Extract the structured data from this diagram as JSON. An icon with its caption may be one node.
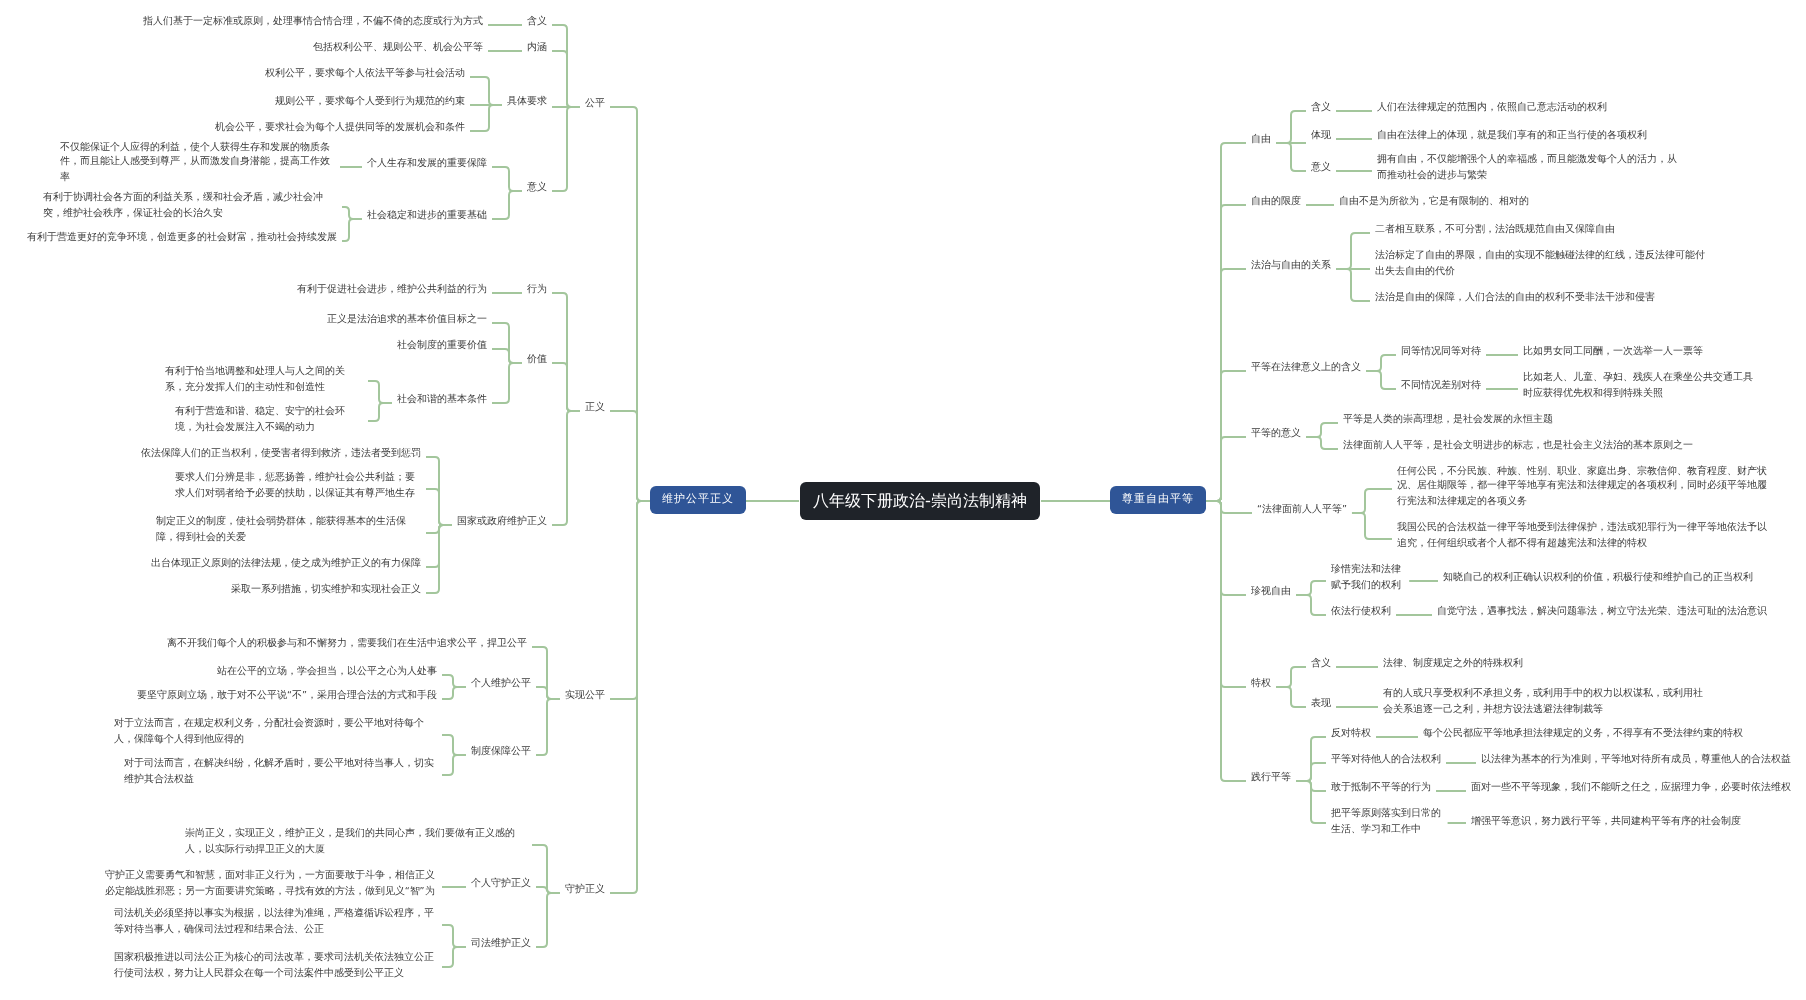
{
  "diagram": {
    "nodes": [
      {
        "text": [
          "八年级下册政治-崇尚法制精神"
        ]
      },
      {
        "text": [
          "维护公平正义"
        ]
      },
      {
        "text": [
          "公平"
        ]
      },
      {
        "text": [
          "含义"
        ]
      },
      {
        "text": [
          "指人们基于一定标准或原则，处理事情合情合理，不偏不倚的态度或行为方式"
        ]
      },
      {
        "text": [
          "内涵"
        ]
      },
      {
        "text": [
          "包括权利公平、规则公平、机会公平等"
        ]
      },
      {
        "text": [
          "具体要求"
        ]
      },
      {
        "text": [
          "权利公平，要求每个人依法平等参与社会活动"
        ]
      },
      {
        "text": [
          "规则公平，要求每个人受到行为规范的约束"
        ]
      },
      {
        "text": [
          "机会公平，要求社会为每个人提供同等的发展机会和条件"
        ]
      },
      {
        "text": [
          "意义"
        ]
      },
      {
        "text": [
          "个人生存和发展的重要保障"
        ]
      },
      {
        "text": [
          "不仅能保证个人应得的利益，使个人获得生存和发展的物质条件，而且能让人感受到尊严，从而激发自身潜能，提高工作效率"
        ]
      },
      {
        "text": [
          "社会稳定和进步的重要基础"
        ]
      },
      {
        "text": [
          "有利于协调社会各方面的利益关系，缓和社会矛盾，减少社会冲突，维护社会秩序，保证社会的长治久安"
        ]
      },
      {
        "text": [
          "有利于营造更好的竞争环境，创造更多的社会财富，推动社会持续发展"
        ]
      },
      {
        "text": [
          "正义"
        ]
      },
      {
        "text": [
          "行为"
        ]
      },
      {
        "text": [
          "有利于促进社会进步，维护公共利益的行为"
        ]
      },
      {
        "text": [
          "价值"
        ]
      },
      {
        "text": [
          "正义是法治追求的基本价值目标之一"
        ]
      },
      {
        "text": [
          "社会制度的重要价值"
        ]
      },
      {
        "text": [
          "社会和谐的基本条件"
        ]
      },
      {
        "text": [
          "有利于恰当地调整和处理人与人之间的关系，充分发挥人们的主动性和创造性"
        ]
      },
      {
        "text": [
          "有利于营造和谐、稳定、安宁的社会环境，为社会发展注入不竭的动力"
        ]
      },
      {
        "text": [
          "国家或政府维护正义"
        ]
      },
      {
        "text": [
          "依法保障人们的正当权利，使受害者得到救济，违法者受到惩罚"
        ]
      },
      {
        "text": [
          "要求人们分辨是非，惩恶扬善，维护社会公共利益；要求人们对弱者给予必要的扶助，以保证其有尊严地生存"
        ]
      },
      {
        "text": [
          "制定正义的制度，使社会弱势群体，能获得基本的生活保障，得到社会的关爱"
        ]
      },
      {
        "text": [
          "出台体现正义原则的法律法规，使之成为维护正义的有力保障"
        ]
      },
      {
        "text": [
          "采取一系列措施，切实维护和实现社会正义"
        ]
      },
      {
        "text": [
          "实现公平"
        ]
      },
      {
        "text": [
          "离不开我们每个人的积极参与和不懈努力，需要我们在生活中追求公平，捍卫公平"
        ]
      },
      {
        "text": [
          "个人维护公平"
        ]
      },
      {
        "text": [
          "站在公平的立场，学会担当，以公平之心为人处事"
        ]
      },
      {
        "text": [
          "要坚守原则立场，敢于对不公平说“不”，采用合理合法的方式和手段"
        ]
      },
      {
        "text": [
          "制度保障公平"
        ]
      },
      {
        "text": [
          "对于立法而言，在规定权利义务，分配社会资源时，要公平地对待每个人，保障每个人得到他应得的"
        ]
      },
      {
        "text": [
          "对于司法而言，在解决纠纷，化解矛盾时，要公平地对待当事人，切实维护其合法权益"
        ]
      },
      {
        "text": [
          "守护正义"
        ]
      },
      {
        "text": [
          "崇尚正义，实现正义，维护正义，是我们的共同心声，我们要做有正义感的人，以实际行动捍卫正义的大厦"
        ]
      },
      {
        "text": [
          "个人守护正义"
        ]
      },
      {
        "text": [
          "守护正义需要勇气和智慧，面对非正义行为，一方面要敢于斗争，相信正义必定能战胜邪恶；另一方面要讲究策略，寻找有效的方法，做到见义“智”为"
        ]
      },
      {
        "text": [
          "司法维护正义"
        ]
      },
      {
        "text": [
          "司法机关必须坚持以事实为根据，以法律为准绳，严格遵循诉讼程序，平等对待当事人，确保司法过程和结果合法、公正"
        ]
      },
      {
        "text": [
          "国家积极推进以司法公正为核心的司法改革，要求司法机关依法独立公正行使司法权，努力让人民群众在每一个司法案件中感受到公平正义"
        ]
      },
      {
        "text": [
          "尊重自由平等"
        ]
      },
      {
        "text": [
          "自由"
        ]
      },
      {
        "text": [
          "含义"
        ]
      },
      {
        "text": [
          "人们在法律规定的范围内，依照自己意志活动的权利"
        ]
      },
      {
        "text": [
          "体现"
        ]
      },
      {
        "text": [
          "自由在法律上的体现，就是我们享有的和正当行使的各项权利"
        ]
      },
      {
        "text": [
          "意义"
        ]
      },
      {
        "text": [
          "拥有自由，不仅能增强个人的幸福感，而且能激发每个人的活力，从而推动社会的进步与繁荣"
        ]
      },
      {
        "text": [
          "自由的限度"
        ]
      },
      {
        "text": [
          "自由不是为所欲为，它是有限制的、相对的"
        ]
      },
      {
        "text": [
          "法治与自由的关系"
        ]
      },
      {
        "text": [
          "二者相互联系，不可分割，法治既规范自由又保障自由"
        ]
      },
      {
        "text": [
          "法治标定了自由的界限，自由的实现不能触碰法律的红线，违反法律可能付出失去自由的代价"
        ]
      },
      {
        "text": [
          "法治是自由的保障，人们合法的自由的权利不受非法干涉和侵害"
        ]
      },
      {
        "text": [
          "平等在法律意义上的含义"
        ]
      },
      {
        "text": [
          "同等情况同等对待"
        ]
      },
      {
        "text": [
          "比如男女同工同酬，一次选举一人一票等"
        ]
      },
      {
        "text": [
          "不同情况差别对待"
        ]
      },
      {
        "text": [
          "比如老人、儿童、孕妇、残疾人在乘坐公共交通工具时应获得优先权和得到特殊关照"
        ]
      },
      {
        "text": [
          "平等的意义"
        ]
      },
      {
        "text": [
          "平等是人类的崇高理想，是社会发展的永恒主题"
        ]
      },
      {
        "text": [
          "法律面前人人平等，是社会文明进步的标志，也是社会主义法治的基本原则之一"
        ]
      },
      {
        "text": [
          "“法律面前人人平等”"
        ]
      },
      {
        "text": [
          "任何公民，不分民族、种族、性别、职业、家庭出身、宗教信仰、教育程度、财产状况、居住期限等，都一律平等地享有宪法和法律规定的各项权利，同时必须平等地履行宪法和法律规定的各项义务"
        ]
      },
      {
        "text": [
          "我国公民的合法权益一律平等地受到法律保护，违法或犯罪行为一律平等地依法予以追究，任何组织或者个人都不得有超越宪法和法律的特权"
        ]
      },
      {
        "text": [
          "珍视自由"
        ]
      },
      {
        "text": [
          "珍惜宪法和法律赋予我们的权利"
        ]
      },
      {
        "text": [
          "知晓自己的权利正确认识权利的价值，积极行使和维护自己的正当权利"
        ]
      },
      {
        "text": [
          "依法行使权利"
        ]
      },
      {
        "text": [
          "自觉守法，遇事找法，解决问题靠法，树立守法光荣、违法可耻的法治意识"
        ]
      },
      {
        "text": [
          "特权"
        ]
      },
      {
        "text": [
          "含义"
        ]
      },
      {
        "text": [
          "法律、制度规定之外的特殊权利"
        ]
      },
      {
        "text": [
          "表现"
        ]
      },
      {
        "text": [
          "有的人或只享受权利不承担义务，或利用手中的权力以权谋私，或利用社会关系追逐一己之利，并想方设法逃避法律制裁等"
        ]
      },
      {
        "text": [
          "践行平等"
        ]
      },
      {
        "text": [
          "反对特权"
        ]
      },
      {
        "text": [
          "每个公民都应平等地承担法律规定的义务，不得享有不受法律约束的特权"
        ]
      },
      {
        "text": [
          "平等对待他人的合法权利"
        ]
      },
      {
        "text": [
          "以法律为基本的行为准则，平等地对待所有成员，尊重他人的合法权益"
        ]
      },
      {
        "text": [
          "敢于抵制不平等的行为"
        ]
      },
      {
        "text": [
          "面对一些不平等现象，我们不能听之任之，应据理力争，必要时依法维权"
        ]
      },
      {
        "text": [
          "把平等原则落实到日常的生活、学习和工作中"
        ]
      },
      {
        "text": [
          "增强平等意识，努力践行平等，共同建构平等有序的社会制度"
        ]
      }
    ],
    "edges": [
      {
        "from": 0,
        "to": 1,
        "arrow": "none"
      },
      {
        "from": 1,
        "to": 2,
        "arrow": "none"
      },
      {
        "from": 2,
        "to": 3,
        "arrow": "none"
      },
      {
        "from": 3,
        "to": 4,
        "arrow": "none"
      },
      {
        "from": 2,
        "to": 5,
        "arrow": "none"
      },
      {
        "from": 5,
        "to": 6,
        "arrow": "none"
      },
      {
        "from": 2,
        "to": 7,
        "arrow": "none"
      },
      {
        "from": 7,
        "to": 8,
        "arrow": "none"
      },
      {
        "from": 7,
        "to": 9,
        "arrow": "none"
      },
      {
        "from": 7,
        "to": 10,
        "arrow": "none"
      },
      {
        "from": 2,
        "to": 11,
        "arrow": "none"
      },
      {
        "from": 11,
        "to": 12,
        "arrow": "none"
      },
      {
        "from": 12,
        "to": 13,
        "arrow": "none"
      },
      {
        "from": 11,
        "to": 14,
        "arrow": "none"
      },
      {
        "from": 14,
        "to": 15,
        "arrow": "none"
      },
      {
        "from": 14,
        "to": 16,
        "arrow": "none"
      },
      {
        "from": 1,
        "to": 17,
        "arrow": "none"
      },
      {
        "from": 17,
        "to": 18,
        "arrow": "none"
      },
      {
        "from": 18,
        "to": 19,
        "arrow": "none"
      },
      {
        "from": 17,
        "to": 20,
        "arrow": "none"
      },
      {
        "from": 20,
        "to": 21,
        "arrow": "none"
      },
      {
        "from": 20,
        "to": 22,
        "arrow": "none"
      },
      {
        "from": 20,
        "to": 23,
        "arrow": "none"
      },
      {
        "from": 23,
        "to": 24,
        "arrow": "none"
      },
      {
        "from": 23,
        "to": 25,
        "arrow": "none"
      },
      {
        "from": 17,
        "to": 26,
        "arrow": "none"
      },
      {
        "from": 26,
        "to": 27,
        "arrow": "none"
      },
      {
        "from": 26,
        "to": 28,
        "arrow": "none"
      },
      {
        "from": 26,
        "to": 29,
        "arrow": "none"
      },
      {
        "from": 26,
        "to": 30,
        "arrow": "none"
      },
      {
        "from": 26,
        "to": 31,
        "arrow": "none"
      },
      {
        "from": 1,
        "to": 32,
        "arrow": "none"
      },
      {
        "from": 32,
        "to": 33,
        "arrow": "none"
      },
      {
        "from": 32,
        "to": 34,
        "arrow": "none"
      },
      {
        "from": 34,
        "to": 35,
        "arrow": "none"
      },
      {
        "from": 34,
        "to": 36,
        "arrow": "none"
      },
      {
        "from": 32,
        "to": 37,
        "arrow": "none"
      },
      {
        "from": 37,
        "to": 38,
        "arrow": "none"
      },
      {
        "from": 37,
        "to": 39,
        "arrow": "none"
      },
      {
        "from": 1,
        "to": 40,
        "arrow": "none"
      },
      {
        "from": 40,
        "to": 41,
        "arrow": "none"
      },
      {
        "from": 40,
        "to": 42,
        "arrow": "none"
      },
      {
        "from": 42,
        "to": 43,
        "arrow": "none"
      },
      {
        "from": 40,
        "to": 44,
        "arrow": "none"
      },
      {
        "from": 44,
        "to": 45,
        "arrow": "none"
      },
      {
        "from": 44,
        "to": 46,
        "arrow": "none"
      },
      {
        "from": 0,
        "to": 47,
        "arrow": "none"
      },
      {
        "from": 47,
        "to": 48,
        "arrow": "none"
      },
      {
        "from": 48,
        "to": 49,
        "arrow": "none"
      },
      {
        "from": 49,
        "to": 50,
        "arrow": "none"
      },
      {
        "from": 48,
        "to": 51,
        "arrow": "none"
      },
      {
        "from": 51,
        "to": 52,
        "arrow": "none"
      },
      {
        "from": 48,
        "to": 53,
        "arrow": "none"
      },
      {
        "from": 53,
        "to": 54,
        "arrow": "none"
      },
      {
        "from": 47,
        "to": 55,
        "arrow": "none"
      },
      {
        "from": 55,
        "to": 56,
        "arrow": "none"
      },
      {
        "from": 47,
        "to": 57,
        "arrow": "none"
      },
      {
        "from": 57,
        "to": 58,
        "arrow": "none"
      },
      {
        "from": 57,
        "to": 59,
        "arrow": "none"
      },
      {
        "from": 57,
        "to": 60,
        "arrow": "none"
      },
      {
        "from": 47,
        "to": 61,
        "arrow": "none"
      },
      {
        "from": 61,
        "to": 62,
        "arrow": "none"
      },
      {
        "from": 62,
        "to": 63,
        "arrow": "none"
      },
      {
        "from": 61,
        "to": 64,
        "arrow": "none"
      },
      {
        "from": 64,
        "to": 65,
        "arrow": "none"
      },
      {
        "from": 47,
        "to": 66,
        "arrow": "none"
      },
      {
        "from": 66,
        "to": 67,
        "arrow": "none"
      },
      {
        "from": 66,
        "to": 68,
        "arrow": "none"
      },
      {
        "from": 47,
        "to": 69,
        "arrow": "none"
      },
      {
        "from": 69,
        "to": 70,
        "arrow": "none"
      },
      {
        "from": 69,
        "to": 71,
        "arrow": "none"
      },
      {
        "from": 47,
        "to": 72,
        "arrow": "none"
      },
      {
        "from": 72,
        "to": 73,
        "arrow": "none"
      },
      {
        "from": 73,
        "to": 74,
        "arrow": "none"
      },
      {
        "from": 72,
        "to": 75,
        "arrow": "none"
      },
      {
        "from": 75,
        "to": 76,
        "arrow": "none"
      },
      {
        "from": 47,
        "to": 77,
        "arrow": "none"
      },
      {
        "from": 77,
        "to": 78,
        "arrow": "none"
      },
      {
        "from": 78,
        "to": 79,
        "arrow": "none"
      },
      {
        "from": 77,
        "to": 80,
        "arrow": "none"
      },
      {
        "from": 80,
        "to": 81,
        "arrow": "none"
      },
      {
        "from": 47,
        "to": 82,
        "arrow": "none"
      },
      {
        "from": 82,
        "to": 83,
        "arrow": "none"
      },
      {
        "from": 83,
        "to": 84,
        "arrow": "none"
      },
      {
        "from": 82,
        "to": 85,
        "arrow": "none"
      },
      {
        "from": 85,
        "to": 86,
        "arrow": "none"
      },
      {
        "from": 82,
        "to": 87,
        "arrow": "none"
      },
      {
        "from": 87,
        "to": 88,
        "arrow": "none"
      },
      {
        "from": 82,
        "to": 89,
        "arrow": "none"
      },
      {
        "from": 89,
        "to": 90,
        "arrow": "none"
      }
    ]
  }
}
